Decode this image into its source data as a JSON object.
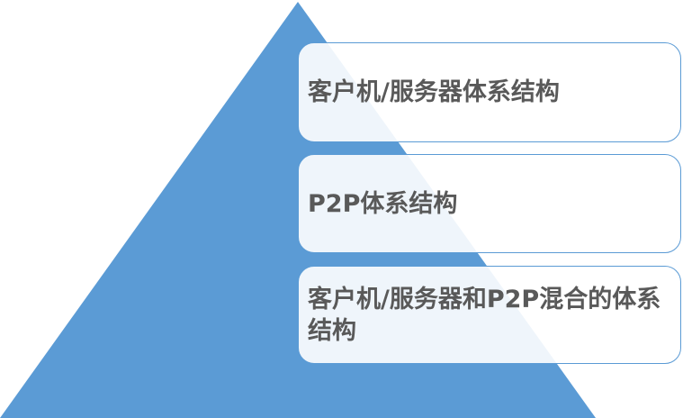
{
  "colors": {
    "triangle": "#5b9bd5",
    "box_border": "#5b9bd5",
    "text": "#595959"
  },
  "levels": [
    {
      "label": "客户机/服务器体系结构"
    },
    {
      "label": "P2P体系结构"
    },
    {
      "label": "客户机/服务器和P2P混合的体系结构"
    }
  ]
}
